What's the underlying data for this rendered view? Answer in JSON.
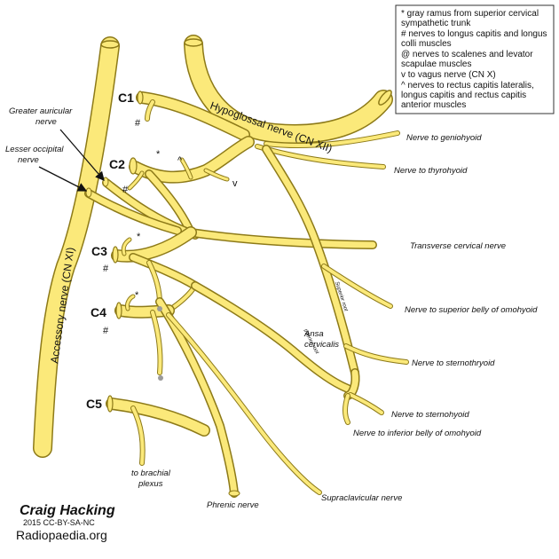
{
  "colors": {
    "nerve_fill": "#fbe97a",
    "nerve_stroke": "#8d7a18",
    "end_dot": "#9a9a9a",
    "legend_border": "#333333"
  },
  "legend": {
    "lines": [
      "* gray ramus from superior cervical",
      "  sympathetic trunk",
      "# nerves to longus capitis and longus",
      "  colli muscles",
      "@ nerves to scalenes and levator",
      "  scapulae muscles",
      "v  to vagus nerve (CN X)",
      "^ nerves to rectus capitis lateralis,",
      "  longus capitis and rectus capitis",
      "  anterior muscles"
    ]
  },
  "roots": {
    "c1": "C1",
    "c2": "C2",
    "c3": "C3",
    "c4": "C4",
    "c5": "C5"
  },
  "nerves": {
    "hypoglossal": "Hypoglossal nerve (CN XII)",
    "accessory": "Accessory nerve (CN XI)",
    "superior_root": "Superior root",
    "inferior_root": "Inferior root"
  },
  "labels": {
    "greater_auricular": [
      "Greater auricular",
      "nerve"
    ],
    "lesser_occipital": [
      "Lesser occipital",
      "nerve"
    ],
    "geniohyoid": "Nerve to geniohyoid",
    "thyrohyoid": "Nerve to thyrohyoid",
    "transverse_cervical": "Transverse cervical nerve",
    "omohyoid_superior": "Nerve to superior belly of omohyoid",
    "ansa": [
      "Ansa",
      "cervicalis"
    ],
    "sternothyroid": "Nerve to sternothryoid",
    "sternohyoid": "Nerve to sternohyoid",
    "omohyoid_inferior": "Nerve to inferior belly of omohyoid",
    "brachial": [
      "to brachial",
      "plexus"
    ],
    "phrenic": "Phrenic nerve",
    "supraclavicular": "Supraclavicular nerve"
  },
  "symbols": {
    "star": "*",
    "hash": "#",
    "caret": "^",
    "vee": "v"
  },
  "credit": {
    "name": "Craig Hacking",
    "license": "2015 CC-BY-SA-NC",
    "site": "Radiopaedia.org"
  }
}
